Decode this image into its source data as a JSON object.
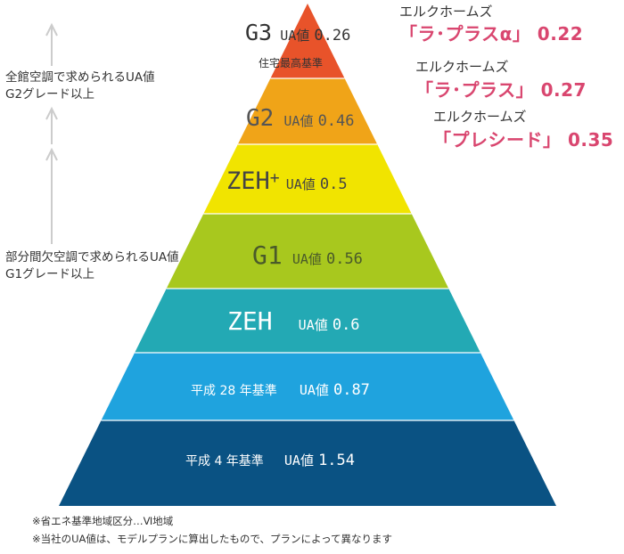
{
  "levels": [
    {
      "name": "G3",
      "sup": "",
      "val_label": "UA値",
      "value": "0.26",
      "sub_label": "住宅最高基準",
      "color": "#e8532a",
      "text_color": "#333333"
    },
    {
      "name": "G2",
      "sup": "",
      "val_label": "UA値",
      "value": "0.46",
      "sub_label": "",
      "color": "#f0a418",
      "text_color": "#555555"
    },
    {
      "name": "ZEH",
      "sup": "+",
      "val_label": "UA値",
      "value": "0.5",
      "sub_label": "",
      "color": "#f1e400",
      "text_color": "#444444"
    },
    {
      "name": "G1",
      "sup": "",
      "val_label": "UA値",
      "value": "0.56",
      "sub_label": "",
      "color": "#a8c81e",
      "text_color": "#4a5a2a"
    },
    {
      "name": "ZEH",
      "sup": "",
      "val_label": "UA値",
      "value": "0.6",
      "sub_label": "",
      "color": "#23a9b4",
      "text_color": "#ffffff"
    },
    {
      "name": "平成 28 年基準",
      "sup": "",
      "val_label": "UA値",
      "value": "0.87",
      "sub_label": "",
      "color": "#1fa3de",
      "text_color": "#ffffff"
    },
    {
      "name": "平成 4 年基準",
      "sup": "",
      "val_label": "UA値",
      "value": "1.54",
      "sub_label": "",
      "color": "#0a5283",
      "text_color": "#ffffff"
    }
  ],
  "side_notes": [
    {
      "line1": "全館空調で求められるUA値",
      "line2": "G2グレード以上"
    },
    {
      "line1": "部分間欠空調で求められるUA値",
      "line2": "G1グレード以上"
    }
  ],
  "products": [
    {
      "brand": "エルクホームズ",
      "name": "「ラ･プラスα」 0.22"
    },
    {
      "brand": "エルクホームズ",
      "name": "「ラ･プラス」 0.27"
    },
    {
      "brand": "エルクホームズ",
      "name": "「プレシード」 0.35"
    }
  ],
  "footnotes": [
    "※省エネ基準地域区分…Ⅵ地域",
    "※当社のUA値は、モデルプランに算出したもので、プランによって異なります"
  ],
  "colors": {
    "arrow": "#cccccc",
    "separator": "#ffffff"
  }
}
